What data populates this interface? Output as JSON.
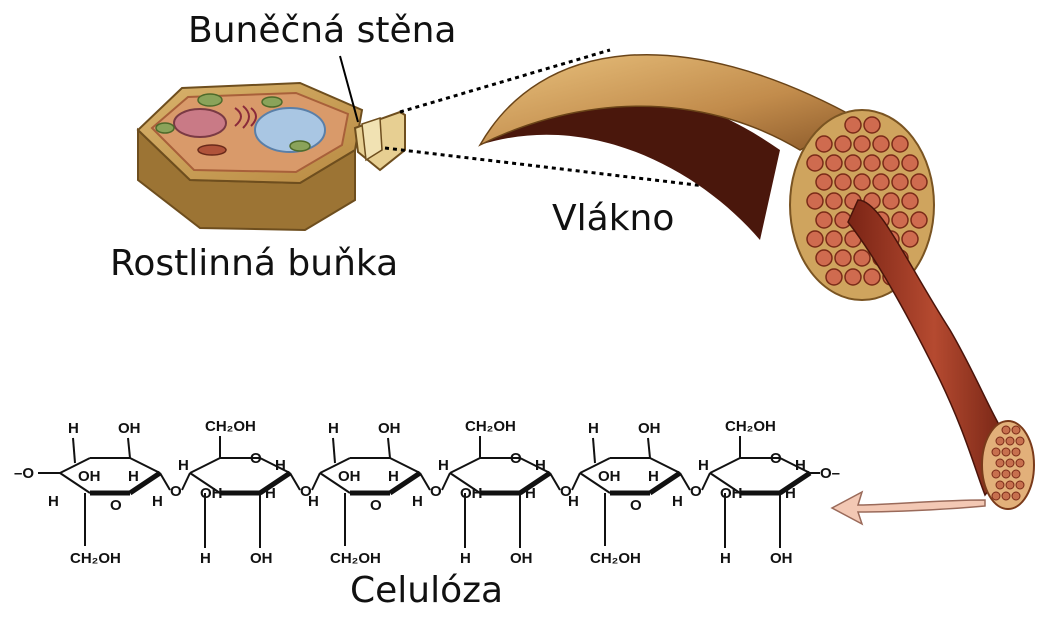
{
  "labels": {
    "cell_wall": "Buněčná stěna",
    "fiber": "Vlákno",
    "plant_cell": "Rostlinná buňka",
    "cellulose": "Celulóza"
  },
  "chem": {
    "h": "H",
    "oh": "OH",
    "ch2oh": "CH₂OH",
    "o": "O",
    "left_end": "–O",
    "right_end": "O–"
  },
  "colors": {
    "cell_wall": "#c9a55a",
    "cell_interior": "#d7a36a",
    "fiber_tan": "#c8a062",
    "fiber_dark": "#5a2010",
    "microfibril": "#cf6b4f",
    "strand": "#a8402c",
    "arrow": "#f3c8b4"
  }
}
